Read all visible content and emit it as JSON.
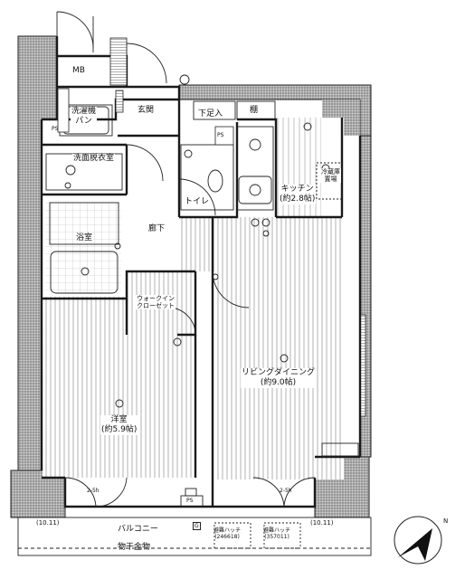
{
  "rooms": {
    "mb": "MB",
    "laundry": [
      "洗濯機",
      "パン"
    ],
    "ps": "PS",
    "entrance": "玄関",
    "shoe_box": "下足入",
    "shelf": "棚",
    "washroom": "洗面脱衣室",
    "toilet": "トイレ",
    "kitchen": [
      "キッチン",
      "(約2.8帖)"
    ],
    "fridge": [
      "冷蔵庫",
      "置場"
    ],
    "bath": "浴室",
    "hallway": "廊下",
    "closet": [
      "ウォークイン",
      "クローゼット"
    ],
    "living": [
      "リビングダイニング",
      "(約9.0帖)"
    ],
    "western": [
      "洋室",
      "(約5.9帖)"
    ],
    "balcony": "バルコニー",
    "hanger": "物干金物",
    "ceiling_left": "(10.11)",
    "ceiling_right": "(10.11)"
  },
  "hatches": {
    "left": [
      "避難ハッチ",
      "(246618)"
    ],
    "right": [
      "避難ハッチ",
      "(357011)"
    ]
  },
  "markers": {
    "left_label": "2-5h",
    "right_label": "2-5h",
    "g": "G",
    "north": "N"
  },
  "colors": {
    "wall": "#1a1a1a",
    "hatch_fill": "#9a9a9a",
    "floor_line": "#9c9c9c"
  }
}
